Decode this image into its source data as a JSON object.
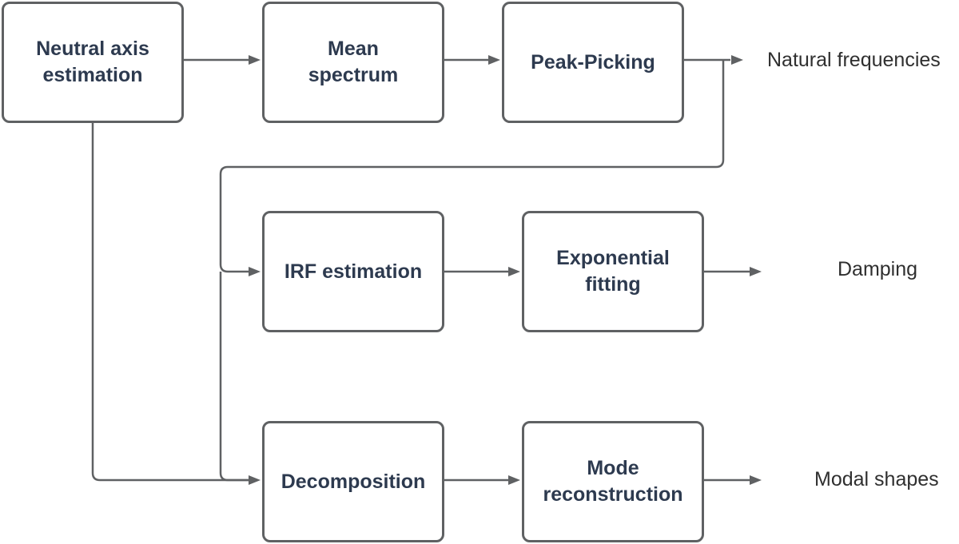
{
  "nodes": {
    "neutral_axis": "Neutral axis estimation",
    "mean_spectrum": "Mean spectrum",
    "peak_picking": "Peak-Picking",
    "irf_estimation": "IRF estimation",
    "exponential_fitting": "Exponential fitting",
    "decomposition": "Decomposition",
    "mode_reconstruction": "Mode reconstruction"
  },
  "outputs": {
    "natural_frequencies": "Natural frequencies",
    "damping": "Damping",
    "modal_shapes": "Modal shapes"
  },
  "colors": {
    "box_border": "#5f6163",
    "box_text": "#2d3a4f",
    "arrow": "#5f6163",
    "output_text": "#2f2f2f"
  }
}
